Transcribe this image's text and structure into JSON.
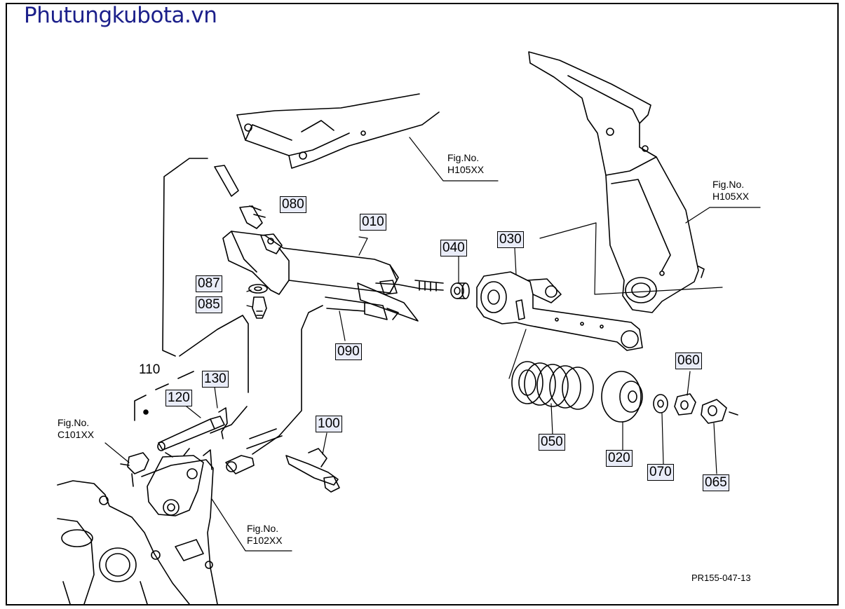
{
  "watermark": "Phutungkubota.vn",
  "drawing_code": "PR155-047-13",
  "parts": [
    {
      "id": "p080",
      "label": "080"
    },
    {
      "id": "p010",
      "label": "010"
    },
    {
      "id": "p040",
      "label": "040"
    },
    {
      "id": "p030",
      "label": "030"
    },
    {
      "id": "p087",
      "label": "087"
    },
    {
      "id": "p085",
      "label": "085"
    },
    {
      "id": "p090",
      "label": "090"
    },
    {
      "id": "p110",
      "label": "110"
    },
    {
      "id": "p130",
      "label": "130"
    },
    {
      "id": "p120",
      "label": "120"
    },
    {
      "id": "p100",
      "label": "100"
    },
    {
      "id": "p060",
      "label": "060"
    },
    {
      "id": "p050",
      "label": "050"
    },
    {
      "id": "p020",
      "label": "020"
    },
    {
      "id": "p070",
      "label": "070"
    },
    {
      "id": "p065",
      "label": "065"
    }
  ],
  "figure_refs": [
    {
      "caption": "Fig.No.",
      "code": "H105XX"
    },
    {
      "caption": "Fig.No.",
      "code": "H105XX"
    },
    {
      "caption": "Fig.No.",
      "code": "C101XX"
    },
    {
      "caption": "Fig.No.",
      "code": "F102XX"
    }
  ]
}
